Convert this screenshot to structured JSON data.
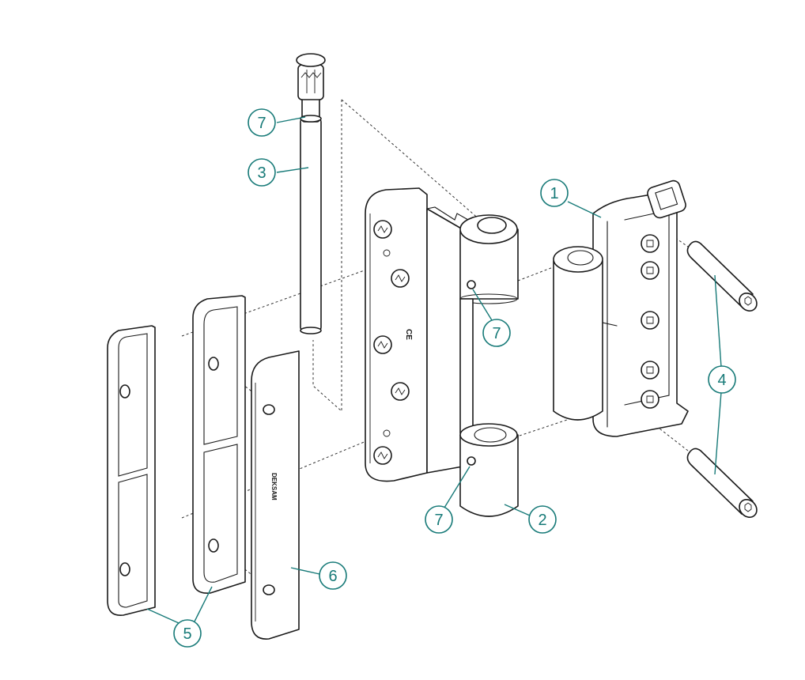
{
  "title": "Exploded view of door hinge assembly",
  "accent_color": "#177a78",
  "line_color": "#1a1a1a",
  "callouts": [
    {
      "id": "c1",
      "label": "1",
      "part": "hinge-frame-part"
    },
    {
      "id": "c2",
      "label": "2",
      "part": "hinge-barrel-lower"
    },
    {
      "id": "c3",
      "label": "3",
      "part": "hinge-pin"
    },
    {
      "id": "c4",
      "label": "4",
      "part": "fixing-bolts"
    },
    {
      "id": "c5",
      "label": "5",
      "part": "spacer-plates"
    },
    {
      "id": "c6",
      "label": "6",
      "part": "cover-plate"
    },
    {
      "id": "c7a",
      "label": "7",
      "part": "pin-grub-screw"
    },
    {
      "id": "c7b",
      "label": "7",
      "part": "upper-barrel-grub-screw"
    },
    {
      "id": "c7c",
      "label": "7",
      "part": "lower-barrel-grub-screw"
    }
  ],
  "markings": {
    "cover_plate_brand": "DEKSAM",
    "ce_mark": "CE"
  }
}
